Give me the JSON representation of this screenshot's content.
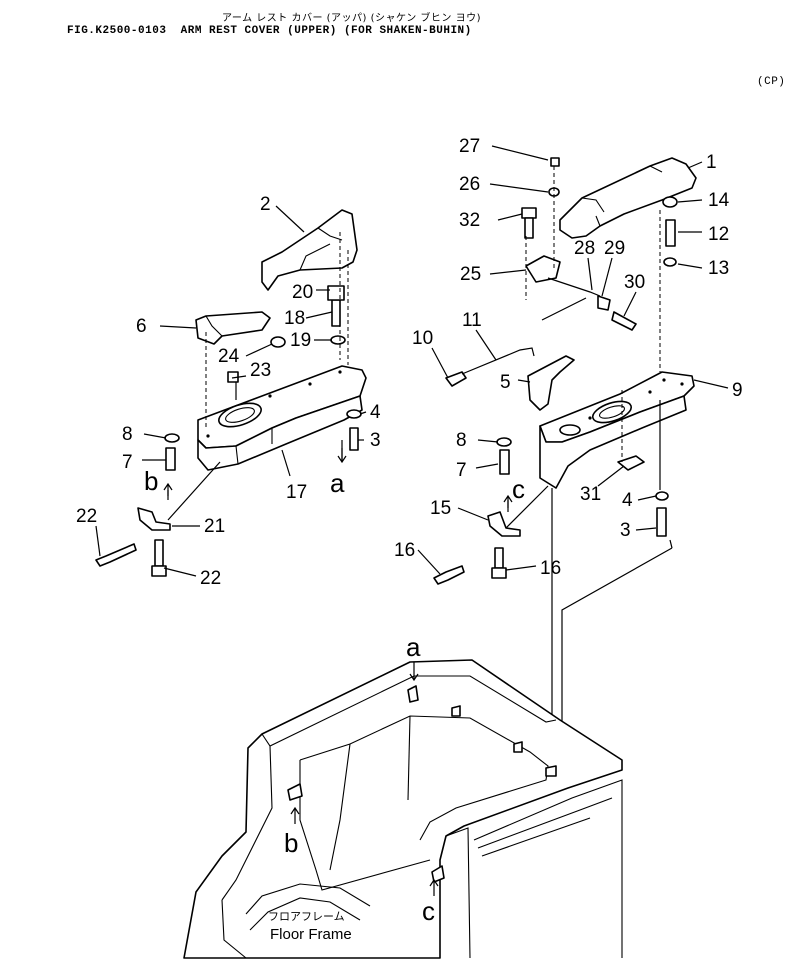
{
  "header": {
    "title_jp": "アーム レスト カバー (アッパ) (シャケン ブヒン ヨウ)",
    "figure_title": "FIG.K2500-0103  ARM REST COVER (UPPER) (FOR SHAKEN-BUHIN)",
    "code": "(CP)"
  },
  "callouts": [
    {
      "id": "c27",
      "text": "27"
    },
    {
      "id": "c1",
      "text": "1"
    },
    {
      "id": "c26",
      "text": "26"
    },
    {
      "id": "c14",
      "text": "14"
    },
    {
      "id": "c32",
      "text": "32"
    },
    {
      "id": "c12",
      "text": "12"
    },
    {
      "id": "c28",
      "text": "28"
    },
    {
      "id": "c29",
      "text": "29"
    },
    {
      "id": "c13",
      "text": "13"
    },
    {
      "id": "c25",
      "text": "25"
    },
    {
      "id": "c30",
      "text": "30"
    },
    {
      "id": "c11",
      "text": "11"
    },
    {
      "id": "c10",
      "text": "10"
    },
    {
      "id": "c9",
      "text": "9"
    },
    {
      "id": "c5",
      "text": "5"
    },
    {
      "id": "c8r",
      "text": "8"
    },
    {
      "id": "c7r",
      "text": "7"
    },
    {
      "id": "c31",
      "text": "31"
    },
    {
      "id": "c4r",
      "text": "4"
    },
    {
      "id": "c15",
      "text": "15"
    },
    {
      "id": "c3r",
      "text": "3"
    },
    {
      "id": "c16a",
      "text": "16"
    },
    {
      "id": "c16b",
      "text": "16"
    },
    {
      "id": "c2",
      "text": "2"
    },
    {
      "id": "c20",
      "text": "20"
    },
    {
      "id": "c18",
      "text": "18"
    },
    {
      "id": "c6",
      "text": "6"
    },
    {
      "id": "c19",
      "text": "19"
    },
    {
      "id": "c24",
      "text": "24"
    },
    {
      "id": "c23",
      "text": "23"
    },
    {
      "id": "c4l",
      "text": "4"
    },
    {
      "id": "c8l",
      "text": "8"
    },
    {
      "id": "c3l",
      "text": "3"
    },
    {
      "id": "c7l",
      "text": "7"
    },
    {
      "id": "c17",
      "text": "17"
    },
    {
      "id": "c22a",
      "text": "22"
    },
    {
      "id": "c21",
      "text": "21"
    },
    {
      "id": "c22b",
      "text": "22"
    }
  ],
  "reference_letters": {
    "a_top": "a",
    "b_top": "b",
    "c_top": "c",
    "a_frame": "a",
    "b_frame": "b",
    "c_frame": "c"
  },
  "floor_frame": {
    "label_jp": "フロアフレーム",
    "label_en": "Floor Frame"
  }
}
